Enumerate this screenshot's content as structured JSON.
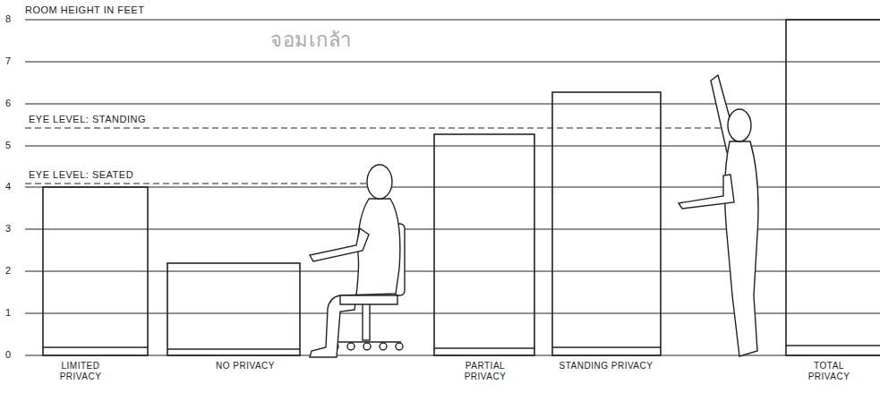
{
  "diagram": {
    "labels": [
      "ROOM HEIGHT IN FEET",
      "8",
      "7",
      "6",
      "5",
      "4",
      "3",
      "2",
      "1",
      "0",
      "EYE LEVEL: STANDING",
      "EYE LEVEL: SEATED",
      "LIMITED PRIVACY",
      "NO PRIVACY",
      "PARTIAL PRIVACY",
      "STANDING PRIVACY",
      "TOTAL PRIVACY",
      "จอมเกล้า"
    ]
  }
}
